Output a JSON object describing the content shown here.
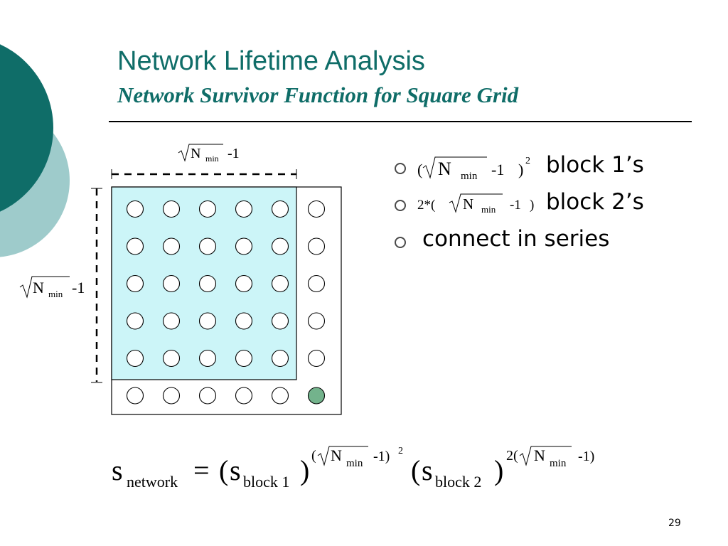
{
  "slide": {
    "title": "Network Lifetime Analysis",
    "subtitle": "Network Survivor Function for Square Grid",
    "page_number": "29",
    "accent_color": "#0f6d68",
    "accent_light_color": "#9ecbcb",
    "block_fill_color": "#ccf5f8",
    "sink_node_color": "#73b38c"
  },
  "bullets": [
    {
      "formula": {
        "open": "(",
        "sqrt_N": "N",
        "sub": "min",
        "minus_one": "-1",
        "close": ")",
        "exp": "2"
      },
      "text": "block 1’s"
    },
    {
      "formula": {
        "prefix": "2*(",
        "sqrt_N": "N",
        "sub": "min",
        "minus_one": "-1",
        "close": ")"
      },
      "text": "block 2’s"
    },
    {
      "text": "connect in series"
    }
  ],
  "diagram": {
    "top_dimension": {
      "sqrt_N": "N",
      "sub": "min",
      "minus_one": "-1"
    },
    "left_dimension": {
      "sqrt_N": "N",
      "sub": "min",
      "minus_one": "-1"
    },
    "grid": {
      "rows": 6,
      "cols": 6,
      "sink_node": {
        "row": 5,
        "col": 5
      }
    }
  },
  "equation": {
    "lhs": "s",
    "lhs_sub": "network",
    "equals": "=",
    "term1_s": "s",
    "term1_sub": "block 1",
    "term1_exp": {
      "open": "(",
      "N": "N",
      "sub": "min",
      "minus_one": "-1)",
      "exp": "2"
    },
    "term2_s": "s",
    "term2_sub": "block 2",
    "term2_exp": {
      "prefix": "2(",
      "N": "N",
      "sub": "min",
      "minus_one": "-1)"
    }
  }
}
